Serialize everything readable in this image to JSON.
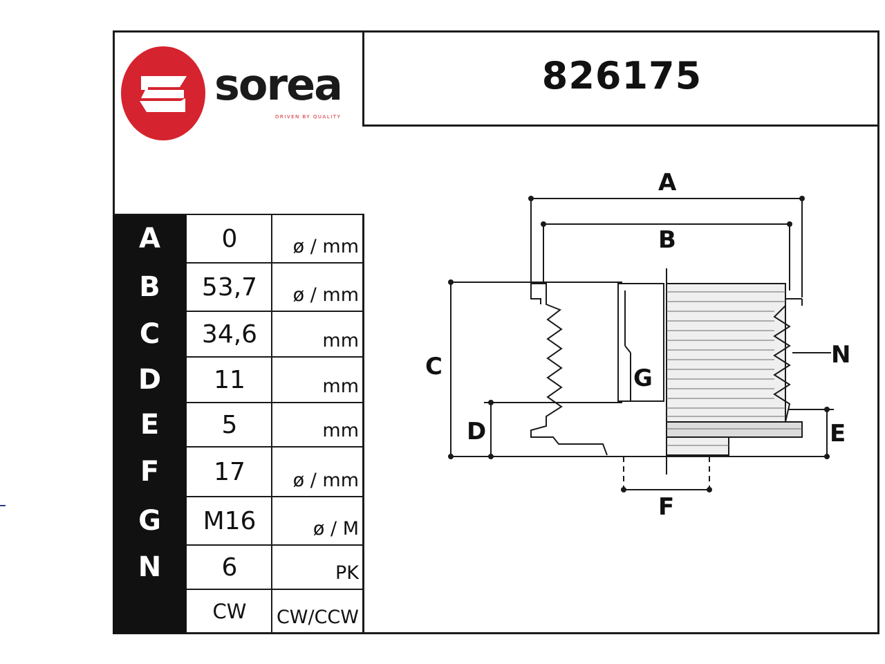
{
  "header": {
    "brand_name": "sorea",
    "brand_tagline": "DRIVEN BY QUALITY",
    "part_number": "826175",
    "brand_color": "#d5242f"
  },
  "specs": [
    {
      "key": "A",
      "value": "0",
      "unit": "ø / mm"
    },
    {
      "key": "B",
      "value": "53,7",
      "unit": "ø / mm"
    },
    {
      "key": "C",
      "value": "34,6",
      "unit": "mm"
    },
    {
      "key": "D",
      "value": "11",
      "unit": "mm"
    },
    {
      "key": "E",
      "value": "5",
      "unit": "mm"
    },
    {
      "key": "F",
      "value": "17",
      "unit": "ø / mm"
    },
    {
      "key": "G",
      "value": "M16",
      "unit": "ø / M"
    },
    {
      "key": "N",
      "value": "6",
      "unit": "PK"
    },
    {
      "key": "",
      "value": "CW",
      "unit": "CW/CCW"
    }
  ],
  "drawing": {
    "labels": {
      "A": "A",
      "B": "B",
      "C": "C",
      "D": "D",
      "E": "E",
      "F": "F",
      "G": "G",
      "N": "N"
    }
  }
}
